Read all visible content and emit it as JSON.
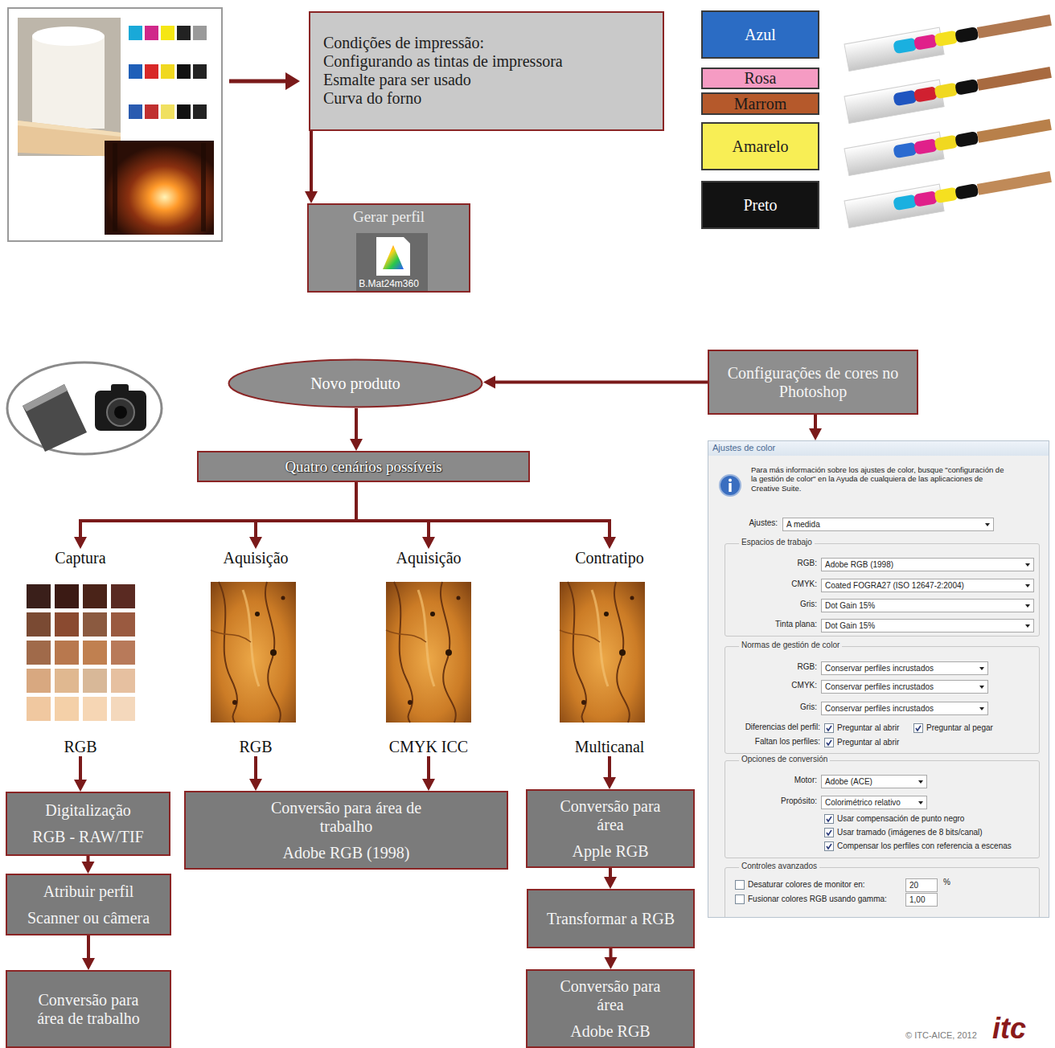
{
  "diagram": {
    "nodes": [
      {
        "text": [
          "Condições de impressão:",
          "Configurando as tintas de impressora",
          "Esmalte para ser usado",
          "Curva do forno"
        ]
      },
      {
        "text": [
          "Gerar perfil",
          "B.Mat24m360"
        ]
      },
      {
        "text": [
          "Azul"
        ]
      },
      {
        "text": [
          "Rosa"
        ]
      },
      {
        "text": [
          "Marrom"
        ]
      },
      {
        "text": [
          "Amarelo"
        ]
      },
      {
        "text": [
          "Preto"
        ]
      },
      {
        "text": [
          "Novo produto"
        ]
      },
      {
        "text": [
          "Configurações de cores no Photoshop"
        ]
      },
      {
        "text": [
          "Quatro cenários possíveis"
        ]
      },
      {
        "text": [
          "Captura",
          "RGB"
        ]
      },
      {
        "text": [
          "Aquisição",
          "RGB"
        ]
      },
      {
        "text": [
          "Aquisição",
          "CMYK ICC"
        ]
      },
      {
        "text": [
          "Contratipo",
          "Multicanal"
        ]
      },
      {
        "text": [
          "Digitalização",
          "RGB - RAW/TIF"
        ]
      },
      {
        "text": [
          "Atribuir perfil",
          "Scanner ou câmera"
        ]
      },
      {
        "text": [
          "Conversão para área de trabalho"
        ]
      },
      {
        "text": [
          "Conversão para área de trabalho",
          "Adobe RGB (1998)"
        ]
      },
      {
        "text": [
          "Conversão para área",
          "Apple RGB"
        ]
      },
      {
        "text": [
          "Transformar a RGB"
        ]
      },
      {
        "text": [
          "Conversão para área",
          "Adobe RGB"
        ]
      },
      {
        "text": [
          "Ajustes de color",
          "Para más información sobre los ajustes de color, busque \"configuración de la gestión de color\" en la Ayuda de cualquiera de las aplicaciones de Creative Suite.",
          "Ajustes:",
          "A medida",
          "Espacios de trabajo",
          "RGB:",
          "Adobe RGB (1998)",
          "CMYK:",
          "Coated FOGRA27 (ISO 12647-2:2004)",
          "Gris:",
          "Dot Gain 15%",
          "Tinta plana:",
          "Dot Gain 15%",
          "Normas de gestión de color",
          "RGB:",
          "Conservar perfiles incrustados",
          "CMYK:",
          "Conservar perfiles incrustados",
          "Gris:",
          "Conservar perfiles incrustados",
          "Diferencias del perfil:",
          "Preguntar al abrir",
          "Preguntar al pegar",
          "Faltan los perfiles:",
          "Preguntar al abrir",
          "Opciones de conversión",
          "Motor:",
          "Adobe (ACE)",
          "Propósito:",
          "Colorimétrico relativo",
          "Usar compensación de punto negro",
          "Usar tramado (imágenes de 8 bits/canal)",
          "Compensar los perfiles con referencia a escenas",
          "Controles avanzados",
          "Desaturar colores de monitor en:",
          "20",
          "%",
          "Fusionar colores RGB usando gamma:",
          "1,00"
        ]
      }
    ],
    "edges": [
      {
        "from": 0,
        "to": 1,
        "arrow": "to"
      },
      {
        "from": 8,
        "to": 7,
        "arrow": "to"
      },
      {
        "from": 8,
        "to": 21,
        "arrow": "to"
      },
      {
        "from": 7,
        "to": 9,
        "arrow": "to"
      },
      {
        "from": 9,
        "to": 10,
        "arrow": "to"
      },
      {
        "from": 9,
        "to": 11,
        "arrow": "to"
      },
      {
        "from": 9,
        "to": 12,
        "arrow": "to"
      },
      {
        "from": 9,
        "to": 13,
        "arrow": "to"
      },
      {
        "from": 10,
        "to": 14,
        "arrow": "to"
      },
      {
        "from": 14,
        "to": 15,
        "arrow": "to"
      },
      {
        "from": 15,
        "to": 16,
        "arrow": "to"
      },
      {
        "from": 11,
        "to": 17,
        "arrow": "to"
      },
      {
        "from": 12,
        "to": 17,
        "arrow": "to"
      },
      {
        "from": 13,
        "to": 18,
        "arrow": "to"
      },
      {
        "from": 18,
        "to": 19,
        "arrow": "to"
      },
      {
        "from": 19,
        "to": 20,
        "arrow": "to"
      }
    ],
    "labels": [
      "© ITC-AICE, 2012",
      "itc"
    ]
  }
}
